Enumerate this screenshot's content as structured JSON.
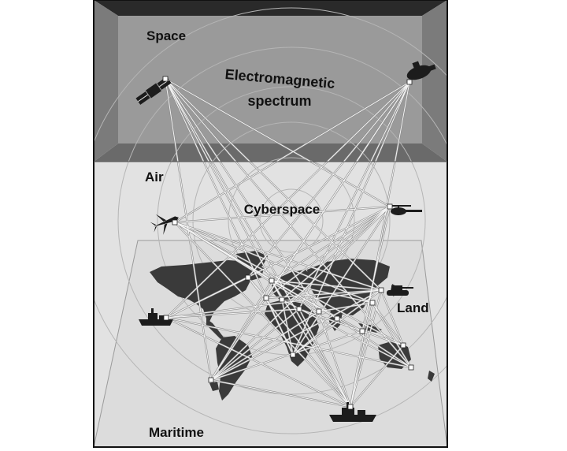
{
  "domains": {
    "space": "Space",
    "air": "Air",
    "land": "Land",
    "maritime": "Maritime",
    "cyberspace": "Cyberspace"
  },
  "spectrum": {
    "line1": "Electromagnetic",
    "line2": "spectrum"
  },
  "nodes": [
    {
      "id": "satellite-left",
      "icon": "satellite-icon"
    },
    {
      "id": "satellite-right",
      "icon": "satellite-icon"
    },
    {
      "id": "fighter-jet",
      "icon": "fighter-jet-icon"
    },
    {
      "id": "helicopter",
      "icon": "helicopter-icon"
    },
    {
      "id": "ship-west",
      "icon": "warship-icon"
    },
    {
      "id": "tank",
      "icon": "tank-icon"
    },
    {
      "id": "ship-south",
      "icon": "warship-icon"
    }
  ],
  "colors": {
    "space_panel": "#7b7b7b",
    "space_back_wall": "#9a9a9a",
    "air_region": "#e2e2e2",
    "floor": "#dcdcdc",
    "land": "#3a3a3a",
    "links": "#f4f4f4",
    "frame": "#111111"
  }
}
